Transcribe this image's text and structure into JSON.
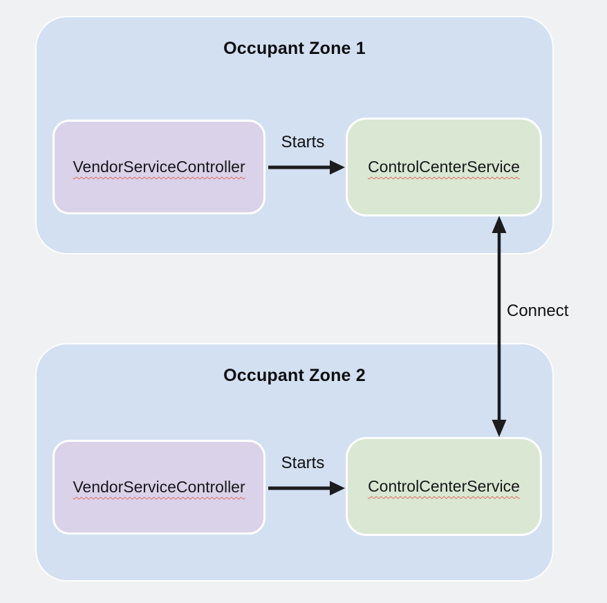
{
  "diagram": {
    "zones": [
      {
        "title": "Occupant Zone 1",
        "vendor_node": "VendorServiceController",
        "control_node": "ControlCenterService",
        "starts_edge_label": "Starts"
      },
      {
        "title": "Occupant Zone 2",
        "vendor_node": "VendorServiceController",
        "control_node": "ControlCenterService",
        "starts_edge_label": "Starts"
      }
    ],
    "connect_edge_label": "Connect",
    "colors": {
      "page_background": "#f0f1f3",
      "zone_fill": "#d3e0f1",
      "vendor_node_fill": "#d9d2e9",
      "control_node_fill": "#d9e7d3",
      "node_border": "#ffffff",
      "arrow": "#1c1c1e",
      "text": "#17171a",
      "spellcheck_underline": "#e2685e"
    }
  }
}
